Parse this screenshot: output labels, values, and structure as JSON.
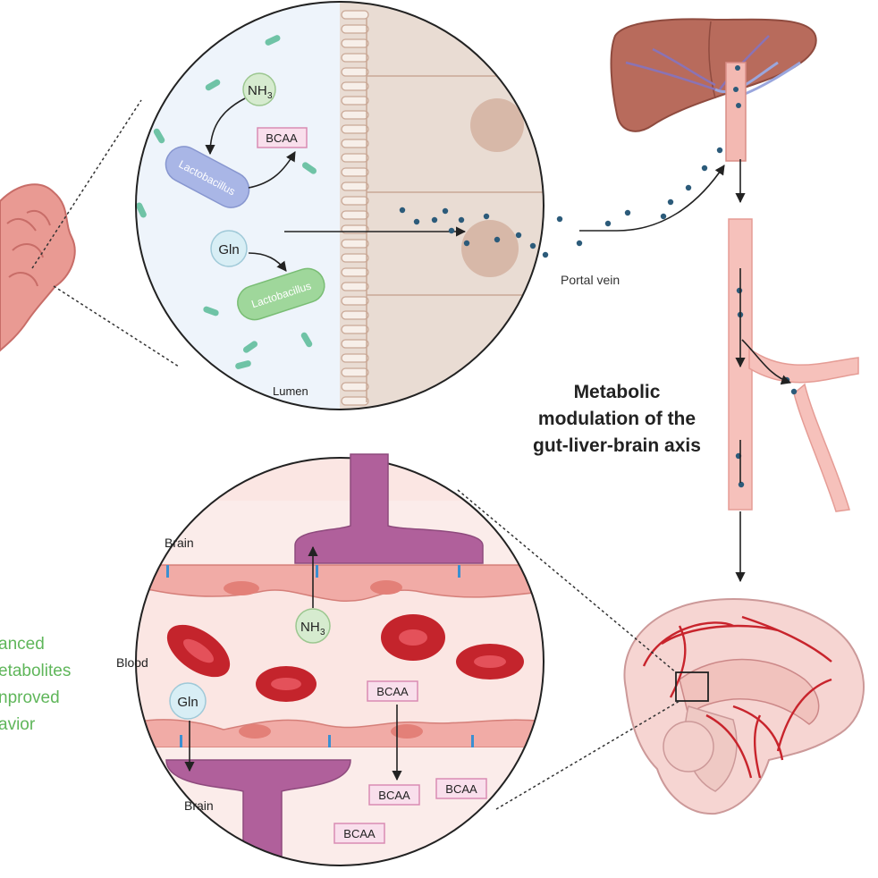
{
  "colors": {
    "lumen_bg": "#eef4fb",
    "villi": "#e4d6cc",
    "villi_stroke": "#c9a896",
    "bcaa_fill": "#f9dfec",
    "bcaa_stroke": "#d98bb3",
    "nh3_fill": "#d6ebcf",
    "gln_fill": "#d8eef5",
    "lacto_blue": "#a9b6e6",
    "lacto_green": "#9fd79b",
    "vessel": "#f6c1bb",
    "rbc": "#c4242c",
    "neuron": "#b0609b",
    "liver": "#b36a5a",
    "particle": "#2c5b7a",
    "outcome_green": "#5fb65a",
    "title": "#222222"
  },
  "gut_panel": {
    "ammonia_label": "NH",
    "ammonia_subscript": "3",
    "bcaa_label": "BCAA",
    "bacteria_label_top": "Lactobacillus",
    "glutamine_label": "Gln",
    "bacteria_label_bottom": "Lactobacillus",
    "lumen_label": "Lumen"
  },
  "portal_vein_label": "Portal vein",
  "title_lines": [
    "Metabolic",
    "modulation of the",
    "gut-liver-brain axis"
  ],
  "brain_panel": {
    "brain_label_top": "Brain",
    "blood_label": "Blood",
    "ammonia_label": "NH",
    "ammonia_subscript": "3",
    "glutamine_label": "Gln",
    "bcaa_label_blood": "BCAA",
    "brain_label_bottom": "Brain",
    "bcaa_label_brain_1": "BCAA",
    "bcaa_label_brain_2": "BCAA",
    "bcaa_label_brain_3": "BCAA"
  },
  "outcome_lines": [
    "anced",
    "etabolites",
    "nproved",
    "avior"
  ]
}
